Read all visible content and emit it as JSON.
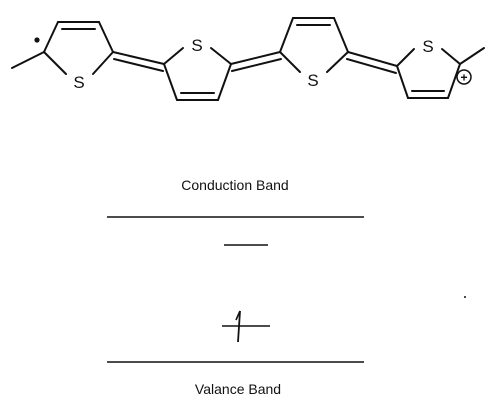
{
  "molecule": {
    "atom_labels": [
      "S",
      "S",
      "S",
      "S"
    ],
    "charge_symbol": "+",
    "colors": {
      "ink": "#111111",
      "background": "#ffffff"
    }
  },
  "band_diagram": {
    "conduction_band_label": "Conduction Band",
    "valence_band_label": "Valance Band"
  }
}
